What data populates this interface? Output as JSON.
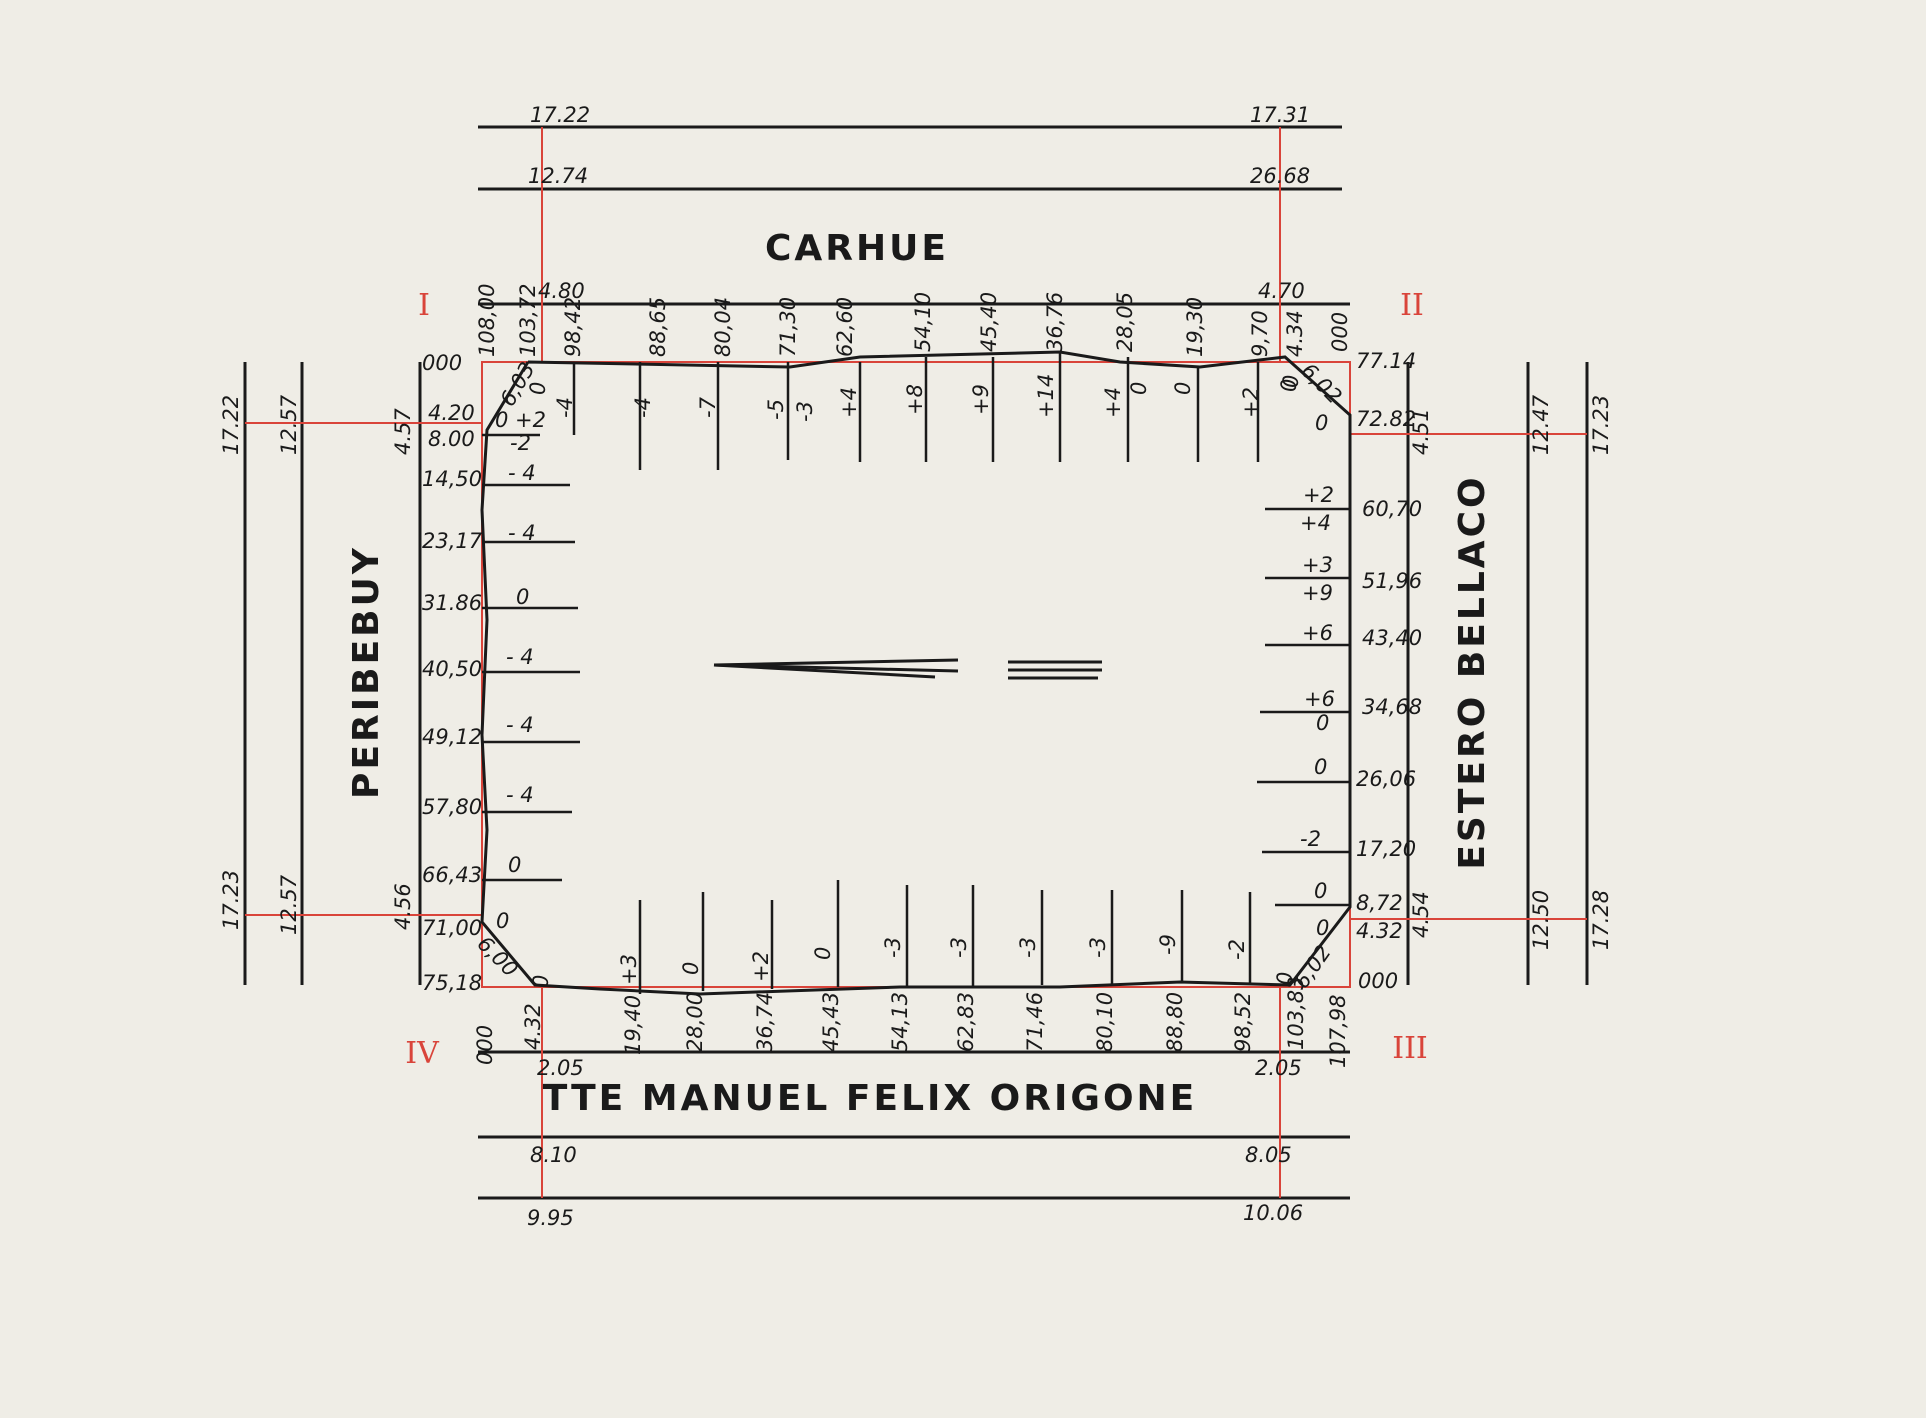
{
  "streets": {
    "north": "CARHUE",
    "south": "TTE MANUEL FELIX ORIGONE",
    "west": "PERIBEBUY",
    "east": "ESTERO BELLACO"
  },
  "corners": {
    "nw": "I",
    "ne": "II",
    "se": "III",
    "sw": "IV"
  },
  "colors": {
    "paper": "#efede6",
    "ink": "#1a1a1a",
    "red": "#d9443a"
  },
  "top_street": {
    "left_widths": [
      "17.22",
      "12.74",
      "4.80"
    ],
    "right_widths": [
      "17.31",
      "26.68",
      "4.70"
    ]
  },
  "bottom_street": {
    "left_widths": [
      "2.05",
      "8.10",
      "9.95"
    ],
    "right_widths": [
      "2.05",
      "8.05",
      "10.06"
    ]
  },
  "left_street": {
    "top_widths": [
      "17.22",
      "12.57",
      "4.57"
    ],
    "bottom_widths": [
      "17.23",
      "12.57",
      "4.56"
    ]
  },
  "right_street": {
    "top_widths": [
      "4.51",
      "12.47",
      "17.23"
    ],
    "bottom_widths": [
      "4.54",
      "12.50",
      "17.28"
    ]
  },
  "north_side": {
    "distances": [
      "108,00",
      "103,72",
      "98,42",
      "88,65",
      "80,04",
      "71,30",
      "62,60",
      "54,10",
      "45,40",
      "36,76",
      "28,05",
      "19,30",
      "9,70",
      "4.34",
      "000"
    ],
    "levels": [
      "-4",
      "-4",
      "-7",
      "-5",
      "-3",
      "+4",
      "+8",
      "+9",
      "+14",
      "+4",
      "0",
      "0",
      "+2",
      "0"
    ]
  },
  "west_side": {
    "distances": [
      "000",
      "4.20",
      "8.00",
      "14,50",
      "23,17",
      "31.86",
      "40,50",
      "49,12",
      "57,80",
      "66,43",
      "71,00",
      "75,18"
    ],
    "levels": [
      "0 +2",
      "-2",
      "- 4",
      "- 4",
      "0",
      "- 4",
      "- 4",
      "- 4",
      "0"
    ]
  },
  "east_side": {
    "distances": [
      "77.14",
      "72.82",
      "60,70",
      "51,96",
      "43,40",
      "34,68",
      "26,06",
      "17,20",
      "8,72",
      "4.32",
      "000"
    ],
    "levels": [
      "+2",
      "+4",
      "+3",
      "+9",
      "+6",
      "+6",
      "0",
      "0",
      "-2",
      "0"
    ]
  },
  "south_side": {
    "distances": [
      "000",
      "4.32",
      "19,40",
      "28,00",
      "36,74",
      "45,43",
      "54,13",
      "62,83",
      "71,46",
      "80,10",
      "88,80",
      "98,52",
      "103,83",
      "107,98"
    ],
    "levels": [
      "+3",
      "0",
      "+2",
      "0",
      "-3",
      "-3",
      "-3",
      "-3",
      "-9",
      "-2"
    ]
  },
  "chamfers": {
    "nw": "6,03",
    "ne": "6,02",
    "se": "6,02",
    "sw": "6,00"
  },
  "corner_levels": {
    "nw": "0",
    "ne_top": "0",
    "ne_right": "0",
    "sw_left": "0",
    "sw_bottom": "0",
    "se_bottom": "0",
    "se_right": "0"
  }
}
